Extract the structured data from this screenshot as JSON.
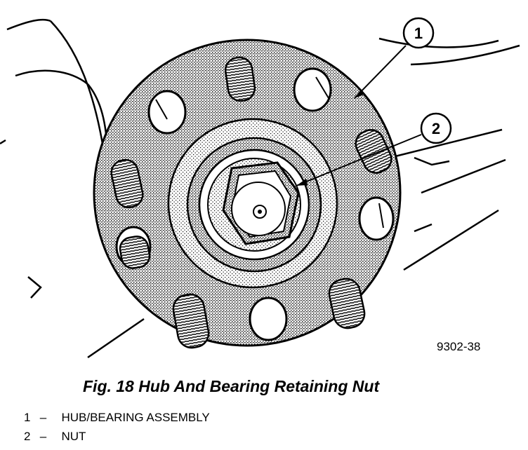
{
  "figure": {
    "code": "9302-38",
    "callouts": [
      {
        "number": "1",
        "label": "HUB/BEARING ASSEMBLY"
      },
      {
        "number": "2",
        "label": "NUT"
      }
    ]
  },
  "caption": "Fig. 18 Hub And Bearing Retaining Nut",
  "legend_separator": "–",
  "colors": {
    "line": "#000000",
    "hub_fill": "#b4b4b4",
    "background": "#ffffff"
  }
}
